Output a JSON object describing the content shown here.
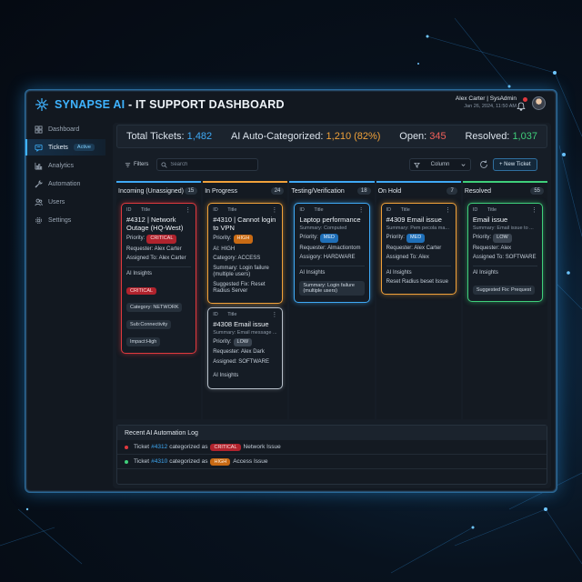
{
  "app": {
    "brand": "SYNAPSE AI",
    "title_rest": " - IT SUPPORT DASHBOARD",
    "logo_icon": "neural-logo-icon"
  },
  "user": {
    "name": "Alex Carter | SysAdmin",
    "datetime": "Jan 26, 2024, 11:50 AM"
  },
  "sidebar": {
    "items": [
      {
        "label": "Dashboard",
        "icon": "dashboard-icon"
      },
      {
        "label": "Tickets",
        "icon": "ticket-icon",
        "badge": "Active"
      },
      {
        "label": "Analytics",
        "icon": "chart-icon"
      },
      {
        "label": "Automation",
        "icon": "wrench-icon"
      },
      {
        "label": "Users",
        "icon": "users-icon"
      },
      {
        "label": "Settings",
        "icon": "gear-icon"
      }
    ]
  },
  "stats": {
    "total_label": "Total Tickets: ",
    "total_value": "1,482",
    "ai_label": "AI Auto-Categorized: ",
    "ai_value": "1,210 (82%)",
    "open_label": "Open: ",
    "open_value": "345",
    "resolved_label": "Resolved: ",
    "resolved_value": "1,037"
  },
  "toolbar": {
    "filters_label": "Filters",
    "search_placeholder": "Search",
    "column_label": "Column",
    "new_ticket_label": "+ New Ticket"
  },
  "card_header": {
    "id": "ID",
    "title": "Title"
  },
  "columns": [
    {
      "name": "Incoming (Unassigned)",
      "count": "15",
      "color": "#3fa9f5",
      "cards": [
        {
          "title": "#4312 | Network Outage (HQ-West)",
          "priority_label": "Priority:",
          "priority": "CRITICAL",
          "requester": "Requester: Alex Carter",
          "assigned": "Assigned To: Alex Carter",
          "ai_label": "AI Insights",
          "tag1": "CRITICAL",
          "tag2": "Category: NETWORK",
          "tag3": "Sub:Connectivity",
          "tag4": "Impact:High"
        }
      ]
    },
    {
      "name": "In Progress",
      "count": "24",
      "color": "#f0a13a",
      "cards": [
        {
          "title": "#4310 | Cannot login to VPN",
          "priority_label": "Priority:",
          "priority": "HIGH",
          "ai_line": "AI: HIGH",
          "category": "Category: ACCESS",
          "summary": "Summary: Login failure (multiple users)",
          "fix": "Suggested Fix: Reset Radius Server"
        },
        {
          "title": "#4308 Email issue",
          "summary": "Summary: Email message ...",
          "priority_label": "Priority:",
          "priority": "LOW",
          "requester": "Requester: Alex Dark",
          "assigned": "Assigned: SOFTWARE",
          "ai_label": "AI Insights"
        }
      ]
    },
    {
      "name": "Testing/Verification",
      "count": "18",
      "color": "#3fa9f5",
      "cards": [
        {
          "title": "Laptop performance",
          "summary": "Summary: Computed",
          "priority_label": "Priority:",
          "priority": "MED",
          "requester": "Requester: Almactiontom",
          "assigned": "Assigory: HARDWARE",
          "ai_label": "AI Insights",
          "tag1": "Summary: Login failure (multiple users)"
        }
      ]
    },
    {
      "name": "On Hold",
      "count": "7",
      "color": "#3fa9f5",
      "cards": [
        {
          "title": "#4309 Email issue",
          "summary": "Summary: Pem pecola ma...",
          "priority_label": "Priority:",
          "priority": "MED",
          "requester": "Requester: Alex Carter",
          "assigned": "Assigned To: Alex",
          "ai_label": "AI Insights",
          "fix": "Reset Radius beset Issue"
        }
      ]
    },
    {
      "name": "Resolved",
      "count": "55",
      "color": "#3fcf7a",
      "cards": [
        {
          "title": "Email issue",
          "summary": "Summary: Email issue to ...",
          "priority_label": "Priority:",
          "priority": "LOW",
          "requester": "Requester: Alex",
          "assigned": "Assigned To: SOFTWARE",
          "ai_label": "AI Insights",
          "tag1": "Suggested Fix: Prequest"
        }
      ]
    }
  ],
  "log": {
    "title": "Recent AI Automation Log",
    "rows": [
      {
        "prefix": "Ticket",
        "id": "#4312",
        "mid": "categorized as",
        "level": "CRITICAL",
        "suffix": "Network Issue",
        "dot": "#e0393e"
      },
      {
        "prefix": "Ticket",
        "id": "#4310",
        "mid": "categorized as",
        "level": "HIGH",
        "suffix": "Access Issue",
        "dot": "#3fcf7a"
      }
    ]
  }
}
